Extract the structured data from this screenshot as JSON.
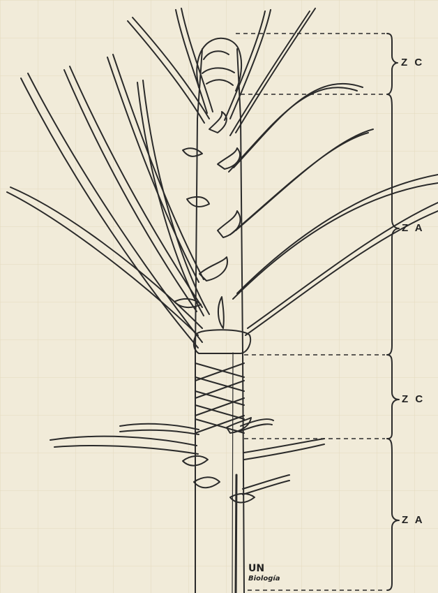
{
  "zones": [
    {
      "label": "Z C"
    },
    {
      "label": "Z A"
    },
    {
      "label": "Z C"
    },
    {
      "label": "Z A"
    }
  ],
  "credit": {
    "line1": "UN",
    "line2": "Biología"
  },
  "colors": {
    "background": "#f1ebd9",
    "ink": "#2a2a2a",
    "grid": "#e2d6b9"
  }
}
